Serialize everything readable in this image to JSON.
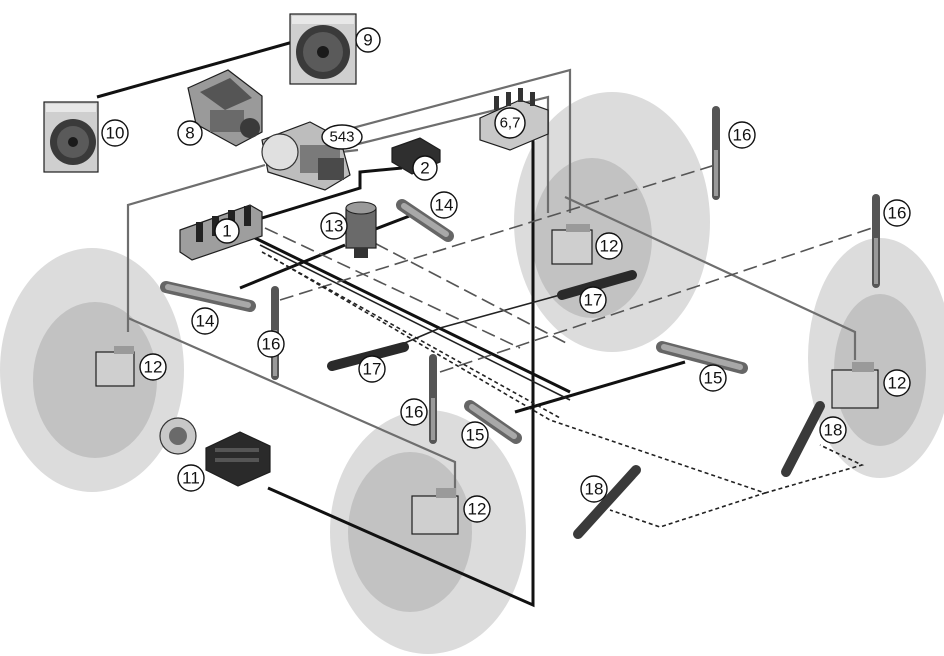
{
  "labels": {
    "l1": "1",
    "l2": "2",
    "l543": "543",
    "l67": "6,7",
    "l8": "8",
    "l9": "9",
    "l10": "10",
    "l11": "11",
    "l12": "12",
    "l13": "13",
    "l14": "14",
    "l15": "15",
    "l16": "16",
    "l17": "17",
    "l18": "18"
  },
  "colors": {
    "wheel_outer": "#dcdcdc",
    "wheel_inner": "#c2c2c2",
    "line_dark": "#111111",
    "line_grey": "#6e6e6e",
    "component_dark": "#2a2a2a",
    "component_light": "#b8b8b8"
  }
}
